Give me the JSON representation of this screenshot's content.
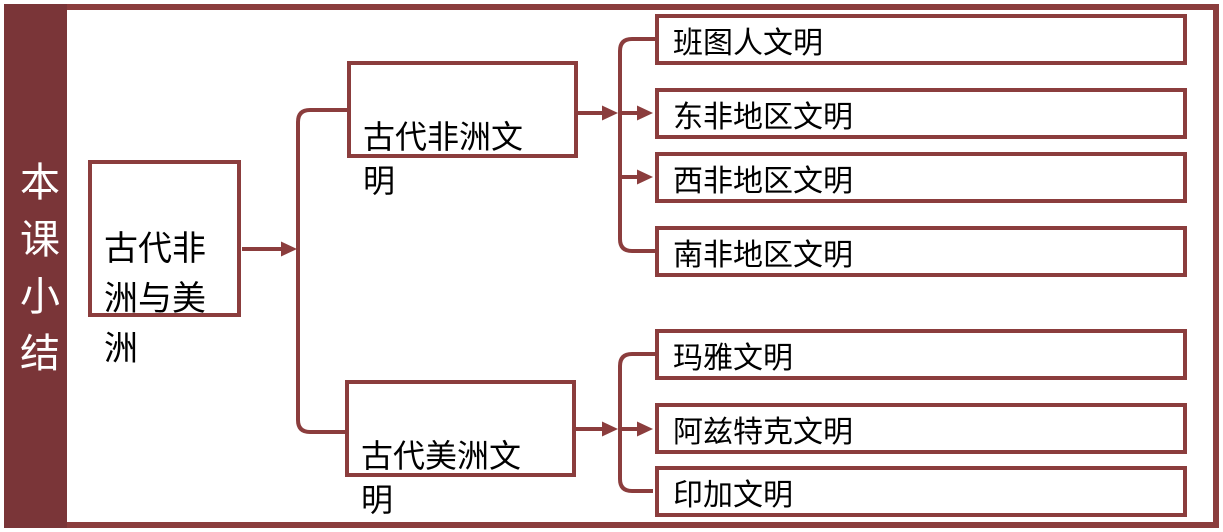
{
  "colors": {
    "accent": "#8B3D3D",
    "bar_fill": "#7A3538",
    "bar_text": "#FFFFFF",
    "box_text": "#000000",
    "background": "#FFFFFF"
  },
  "sidebar": {
    "title": "本课小结"
  },
  "tree": {
    "root": {
      "label": "古代非\n洲与美\n洲"
    },
    "branches": [
      {
        "label": "古代非洲文\n明",
        "children": [
          {
            "label": "班图人文明"
          },
          {
            "label": "东非地区文明"
          },
          {
            "label": "西非地区文明"
          },
          {
            "label": "南非地区文明"
          }
        ]
      },
      {
        "label": "古代美洲文\n明",
        "children": [
          {
            "label": "玛雅文明"
          },
          {
            "label": "阿兹特克文明"
          },
          {
            "label": "印加文明"
          }
        ]
      }
    ]
  }
}
